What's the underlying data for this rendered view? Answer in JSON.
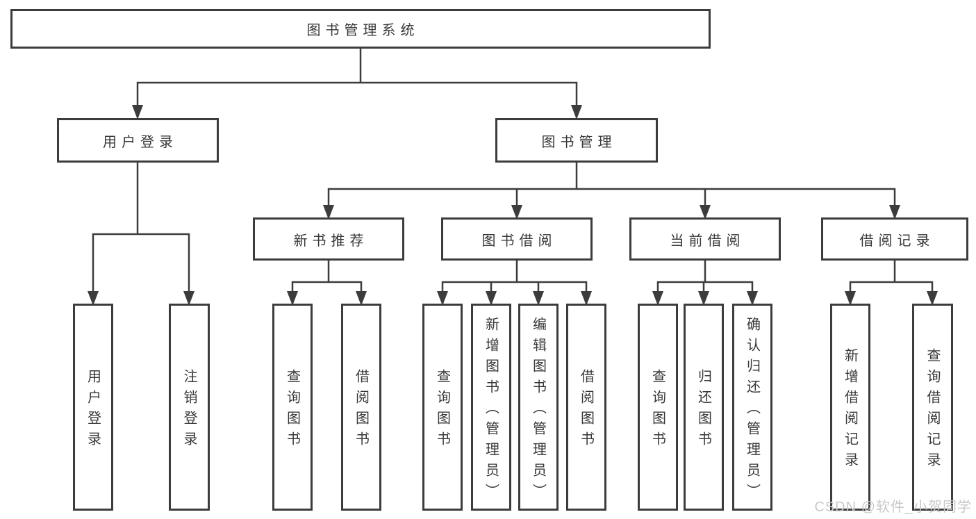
{
  "diagram": {
    "type": "tree",
    "root": {
      "label": "图书管理系统",
      "children": [
        {
          "label": "用户登录",
          "children": [
            {
              "label": "用户登录"
            },
            {
              "label": "注销登录"
            }
          ]
        },
        {
          "label": "图书管理",
          "children": [
            {
              "label": "新书推荐",
              "children": [
                {
                  "label": "查询图书"
                },
                {
                  "label": "借阅图书"
                }
              ]
            },
            {
              "label": "图书借阅",
              "children": [
                {
                  "label": "查询图书"
                },
                {
                  "label": "新增图书（管理员）"
                },
                {
                  "label": "编辑图书（管理员）"
                },
                {
                  "label": "借阅图书"
                }
              ]
            },
            {
              "label": "当前借阅",
              "children": [
                {
                  "label": "查询图书"
                },
                {
                  "label": "归还图书"
                },
                {
                  "label": "确认归还（管理员）"
                }
              ]
            },
            {
              "label": "借阅记录",
              "children": [
                {
                  "label": "新增借阅记录"
                },
                {
                  "label": "查询借阅记录"
                }
              ]
            }
          ]
        }
      ]
    }
  },
  "watermark": {
    "text": "CSDN @软件_小贺同学"
  },
  "colors": {
    "background": "#ffffff",
    "box_border": "#3c3c3c",
    "connector": "#3c3c3c",
    "text": "#383838",
    "watermark": "#c8c8c8"
  }
}
